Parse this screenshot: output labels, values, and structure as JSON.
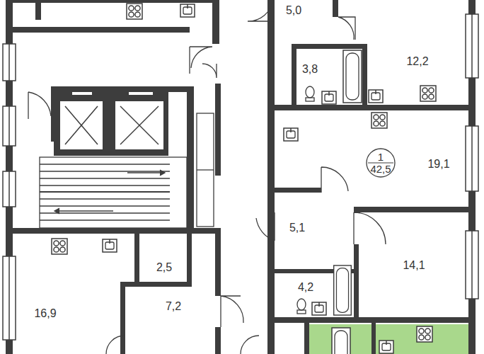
{
  "diagram": {
    "nodes": [
      {
        "text": [
          "1",
          "42,5"
        ]
      }
    ],
    "labels": [
      "5,0",
      "3,8",
      "12,2",
      "19,1",
      "5,1",
      "14,1",
      "4,2",
      "2,5",
      "7,2",
      "16,9"
    ]
  }
}
